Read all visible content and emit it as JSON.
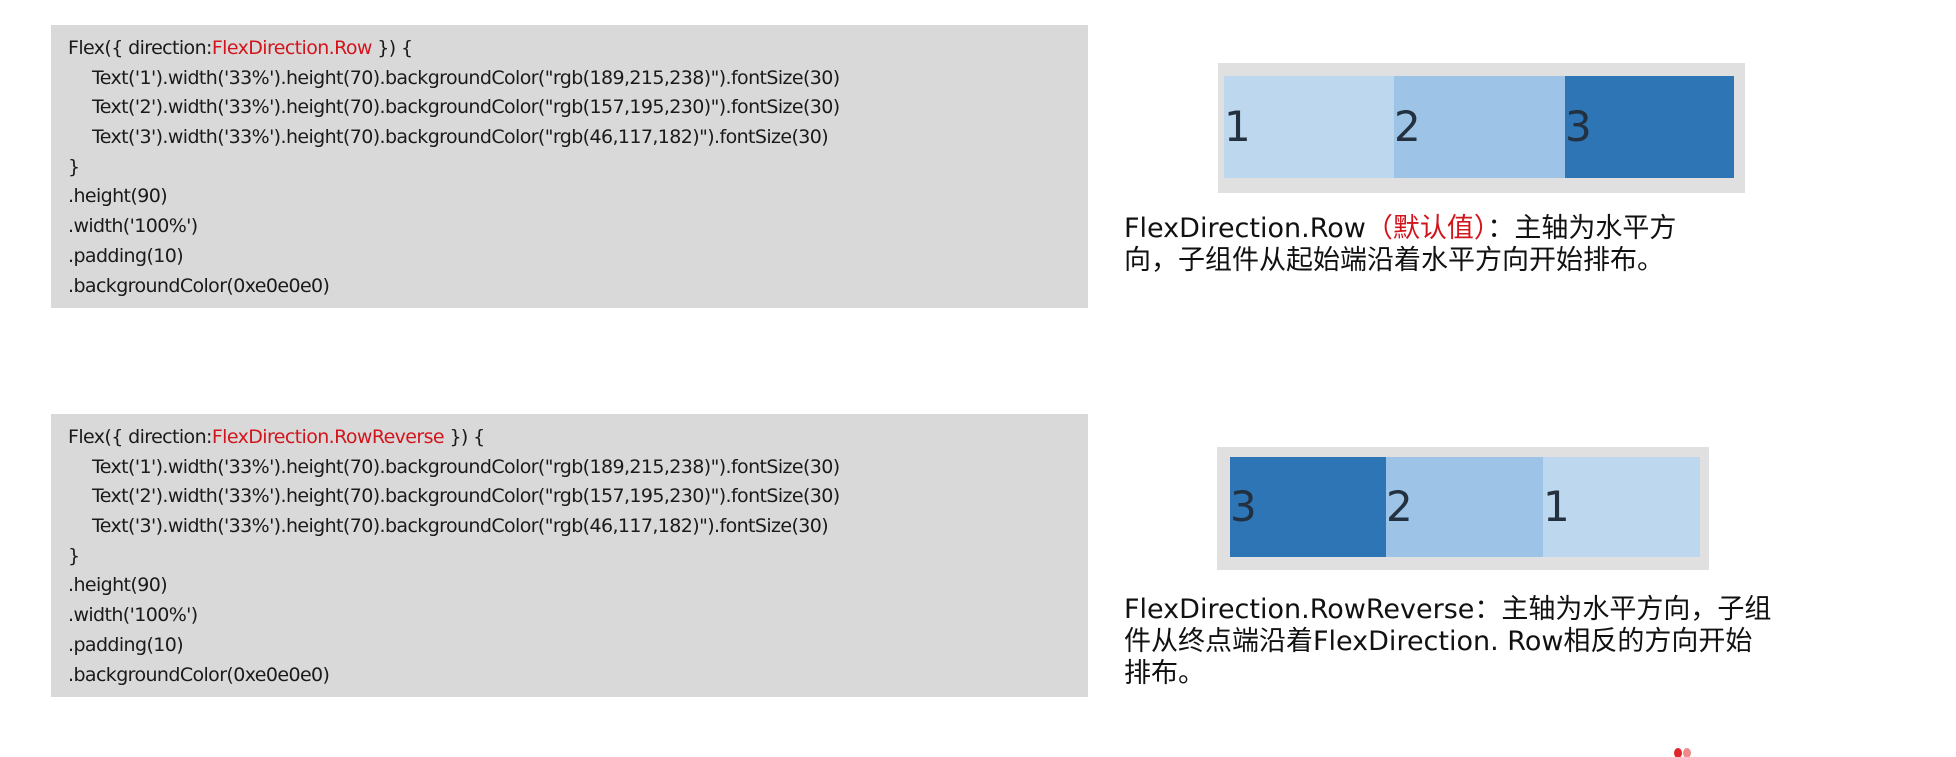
{
  "sections": [
    {
      "code": {
        "line1_prefix": "Flex({ direction:",
        "line1_keyword": "FlexDirection.Row",
        "line1_suffix": " }) {",
        "children": [
          "Text('1').width('33%').height(70).backgroundColor(\"rgb(189,215,238)\").fontSize(30)",
          "Text('2').width('33%').height(70).backgroundColor(\"rgb(157,195,230)\").fontSize(30)",
          "Text('3').width('33%').height(70).backgroundColor(\"rgb(46,117,182)\").fontSize(30)"
        ],
        "close": "}",
        "modifiers": [
          ".height(90)",
          ".width('100%')",
          ".padding(10)",
          ".backgroundColor(0xe0e0e0)"
        ]
      },
      "demo": {
        "container_color": "#e0e0e0",
        "cells": [
          {
            "label": "1",
            "color": "#bdd7ee"
          },
          {
            "label": "2",
            "color": "#9dc3e6"
          },
          {
            "label": "3",
            "color": "#2e75b6"
          }
        ]
      },
      "caption": {
        "term": "FlexDirection.Row",
        "highlight": "（默认值）",
        "rest_line1": "：主轴为水平方",
        "line2": "向，子组件从起始端沿着水平方向开始排布。"
      }
    },
    {
      "code": {
        "line1_prefix": "Flex({ direction:",
        "line1_keyword": "FlexDirection.RowReverse",
        "line1_suffix": " }) {",
        "children": [
          "Text('1').width('33%').height(70).backgroundColor(\"rgb(189,215,238)\").fontSize(30)",
          "Text('2').width('33%').height(70).backgroundColor(\"rgb(157,195,230)\").fontSize(30)",
          "Text('3').width('33%').height(70).backgroundColor(\"rgb(46,117,182)\").fontSize(30)"
        ],
        "close": "}",
        "modifiers": [
          ".height(90)",
          ".width('100%')",
          ".padding(10)",
          ".backgroundColor(0xe0e0e0)"
        ]
      },
      "demo": {
        "container_color": "#e0e0e0",
        "cells": [
          {
            "label": "3",
            "color": "#2e75b6"
          },
          {
            "label": "2",
            "color": "#9dc3e6"
          },
          {
            "label": "1",
            "color": "#bdd7ee"
          }
        ]
      },
      "caption": {
        "line1": "FlexDirection.RowReverse：主轴为水平方向，子组",
        "line2": "件从终点端沿着FlexDirection. Row相反的方向开始",
        "line3": "排布。"
      }
    }
  ],
  "colors": {
    "code_background": "#d9d9d9",
    "keyword_red": "#d2151c",
    "text_dark": "#111111"
  }
}
